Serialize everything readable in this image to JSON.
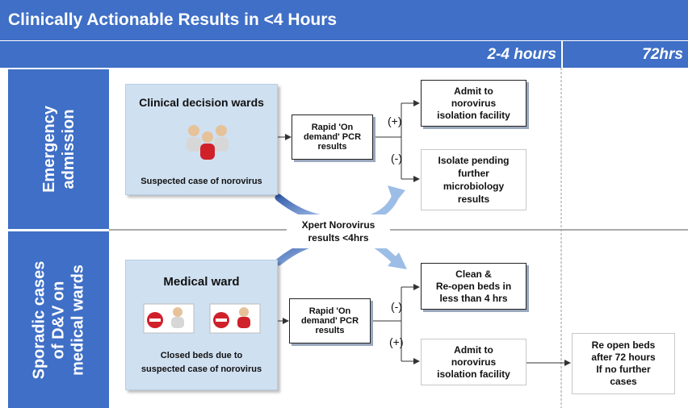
{
  "title": "Clinically Actionable Results in <4 Hours",
  "columns": {
    "col1": "2-4 hours",
    "col2": "72hrs"
  },
  "rows": {
    "emergency": {
      "label_line1": "Emergency",
      "label_line2": "admission"
    },
    "sporadic": {
      "label_line1": "Sporadic cases",
      "label_line2": "of D&V on",
      "label_line3": "medical wards"
    }
  },
  "emergency_panel": {
    "title": "Clinical decision wards",
    "caption": "Suspected case of norovirus",
    "pcr_line1": "Rapid 'On",
    "pcr_line2": "demand' PCR",
    "pcr_line3": "results",
    "positive_sign": "(+)",
    "negative_sign": "(-)",
    "positive_outcome_line1": "Admit to",
    "positive_outcome_line2": "norovirus",
    "positive_outcome_line3": "isolation facility",
    "negative_outcome_line1": "Isolate pending",
    "negative_outcome_line2": "further",
    "negative_outcome_line3": "microbiology",
    "negative_outcome_line4": "results"
  },
  "xpert": {
    "line1": "Xpert Norovirus",
    "line2": "results <4hrs"
  },
  "medical_panel": {
    "title": "Medical ward",
    "caption_line1": "Closed beds due to",
    "caption_line2": "suspected case of norovirus",
    "pcr_line1": "Rapid 'On",
    "pcr_line2": "demand' PCR",
    "pcr_line3": "results",
    "negative_sign": "(-)",
    "positive_sign": "(+)",
    "negative_outcome_line1": "Clean &",
    "negative_outcome_line2": "Re-open beds in",
    "negative_outcome_line3": "less than 4 hrs",
    "positive_outcome_line1": "Admit to",
    "positive_outcome_line2": "norovirus",
    "positive_outcome_line3": "isolation facility",
    "final_line1": "Re open beds",
    "final_line2": "after 72 hours",
    "final_line3": "If no further",
    "final_line4": "cases"
  },
  "colors": {
    "header_blue": "#3f6fc6",
    "panel_blue": "#cfe0f1",
    "arrow_blue": "#7da7d9",
    "alert_red": "#d0202a"
  }
}
